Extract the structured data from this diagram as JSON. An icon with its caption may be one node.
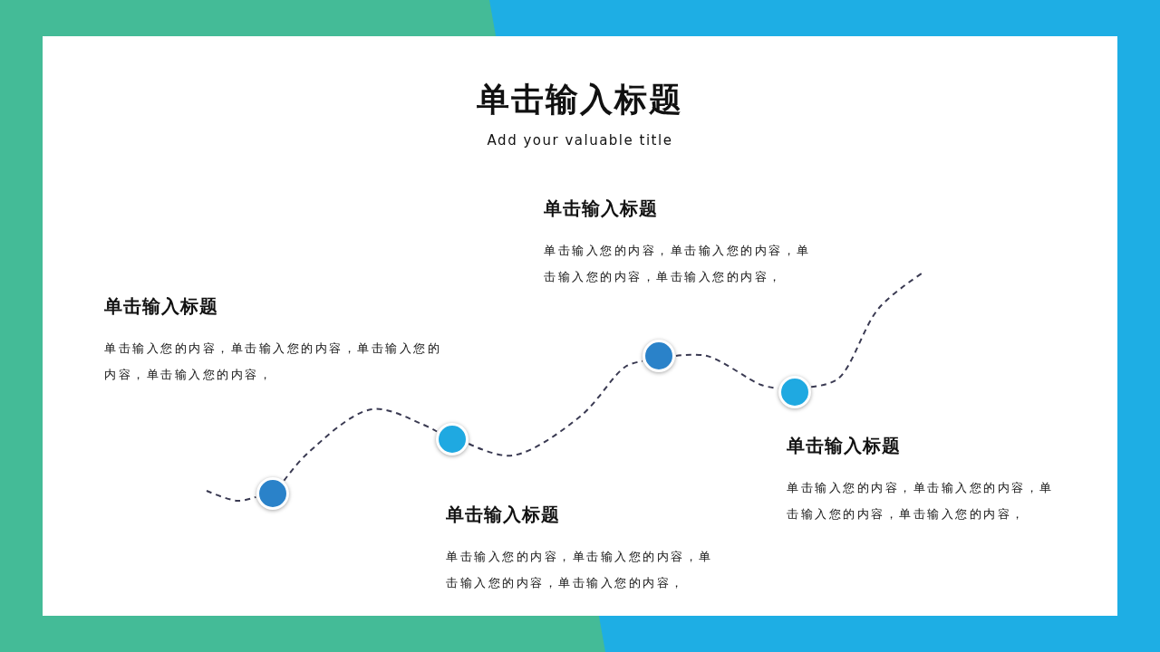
{
  "diagram": {
    "title": "单击输入标题",
    "nodes": [
      {
        "text": [],
        "shape": "circle",
        "beside": [
          "单击输入标题",
          "单击输入您的内容，单击输入您的内容，单击输入您的内容，单击输入您的内容，"
        ]
      },
      {
        "text": [],
        "shape": "circle",
        "beside": [
          "单击输入标题",
          "单击输入您的内容，单击输入您的内容，单击输入您的内容，单击输入您的内容，"
        ]
      },
      {
        "text": [],
        "shape": "circle",
        "beside": [
          "单击输入标题",
          "单击输入您的内容，单击输入您的内容，单击输入您的内容，单击输入您的内容，"
        ]
      },
      {
        "text": [],
        "shape": "circle",
        "beside": [
          "单击输入标题",
          "单击输入您的内容，单击输入您的内容，单击输入您的内容，单击输入您的内容，"
        ]
      }
    ],
    "edges": [
      {
        "from": null,
        "to": 0,
        "arrow": "none",
        "style": "dashed"
      },
      {
        "from": 0,
        "to": 1,
        "arrow": "none",
        "style": "dashed"
      },
      {
        "from": 1,
        "to": 2,
        "arrow": "none",
        "style": "dashed"
      },
      {
        "from": 2,
        "to": 3,
        "arrow": "none",
        "style": "dashed"
      },
      {
        "from": 3,
        "to": null,
        "arrow": "none",
        "style": "dashed"
      }
    ],
    "labels": [
      "Add your valuable title"
    ]
  }
}
